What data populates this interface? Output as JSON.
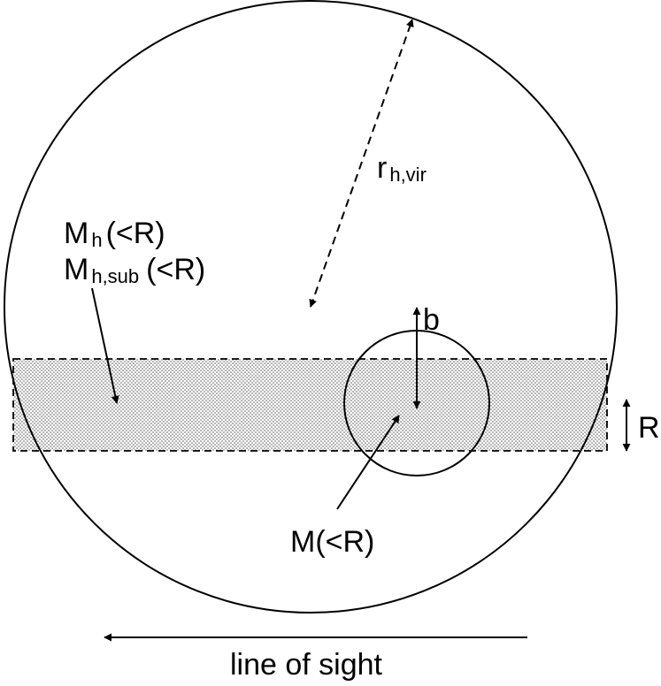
{
  "labels": {
    "virial_radius": {
      "main": "r",
      "sub": "h,vir"
    },
    "halo_mass": {
      "main": "M",
      "sub": "h",
      "suffix": "(<R)"
    },
    "halo_sub_mass": {
      "main": "M",
      "sub": "h,sub",
      "suffix": "(<R)"
    },
    "impact_parameter": "b",
    "aperture_radius": "R",
    "subhalo_mass": "M(<R)",
    "line_of_sight": "line of sight"
  },
  "colors": {
    "ink": "#000000",
    "shade": "#bfbfbf",
    "background": "#ffffff"
  }
}
